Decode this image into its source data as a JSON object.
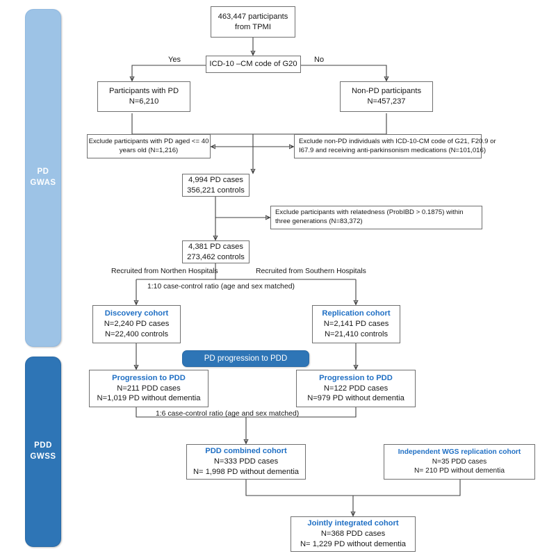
{
  "figure": {
    "type": "flowchart",
    "title": "Study cohort derivation flowchart (PD GWAS and PDD GWSS)"
  },
  "phases": [
    {
      "id": "pd-gwas",
      "line1": "PD",
      "line2": "GWAS",
      "color": "#9dc3e6"
    },
    {
      "id": "pdd-gwss",
      "line1": "PDD",
      "line2": "GWSS",
      "color": "#2e75b6"
    }
  ],
  "nodes": {
    "source": {
      "line1": "463,447 participants",
      "line2": "from TPMI"
    },
    "decision": {
      "line1": "ICD-10 –CM code of G20"
    },
    "pd_yes": {
      "line1": "Participants with PD",
      "line2": "N=6,210"
    },
    "pd_no": {
      "line1": "Non-PD participants",
      "line2": "N=457,237"
    },
    "exclude_left": {
      "line1": "Exclude participants with PD aged <= 40",
      "line2": "years old (N=1,216)"
    },
    "exclude_right": {
      "line1": "Exclude non-PD individuals with ICD-10-CM code of G21, F20.9 or",
      "line2": "I67.9 and receiving anti-parkinsonism medications (N=101,016)"
    },
    "cohort_1": {
      "line1": "4,994 PD cases",
      "line2": "356,221 controls"
    },
    "exclude_relatedness": {
      "line1": "Exclude participants with relatedness (ProbIBD > 0.1875) within",
      "line2": "three generations (N=83,372)"
    },
    "cohort_2": {
      "line1": "4,381 PD cases",
      "line2": "273,462 controls"
    },
    "discovery": {
      "header": "Discovery cohort",
      "line1": "N=2,240 PD cases",
      "line2": "N=22,400 controls"
    },
    "replication": {
      "header": "Replication cohort",
      "line1": "N=2,141 PD cases",
      "line2": "N=21,410 controls"
    },
    "progression_left": {
      "header": "Progression to PDD",
      "line1": "N=211 PDD cases",
      "line2": "N=1,019 PD without dementia"
    },
    "progression_right": {
      "header": "Progression to PDD",
      "line1": "N=122 PDD cases",
      "line2": "N=979 PD without dementia"
    },
    "pdd_combined": {
      "header": "PDD combined cohort",
      "line1": "N=333 PDD cases",
      "line2": "N= 1,998 PD without dementia"
    },
    "wgs_replication": {
      "header": "Independent WGS replication cohort",
      "line1": "N=35 PDD cases",
      "line2": "N= 210 PD without dementia"
    },
    "jointly_integrated": {
      "header": "Jointly integrated cohort",
      "line1": "N=368 PDD cases",
      "line2": "N= 1,229 PD without dementia"
    }
  },
  "badges": {
    "pd_progression": "PD progression to PDD"
  },
  "labels": {
    "yes": "Yes",
    "no": "No",
    "recruited_north": "Recruited from Northen Hospitals",
    "recruited_south": "Recruited from Southern Hospitals",
    "ratio_1_10": "1:10 case-control ratio (age and sex matched)",
    "ratio_1_6": "1:6 case-control ratio (age and sex matched)"
  },
  "colors": {
    "header_blue": "#1f6fc4",
    "phase_light": "#9dc3e6",
    "phase_dark": "#2e75b6",
    "box_border": "#6f6f6f",
    "wire": "#3f3f3f"
  }
}
